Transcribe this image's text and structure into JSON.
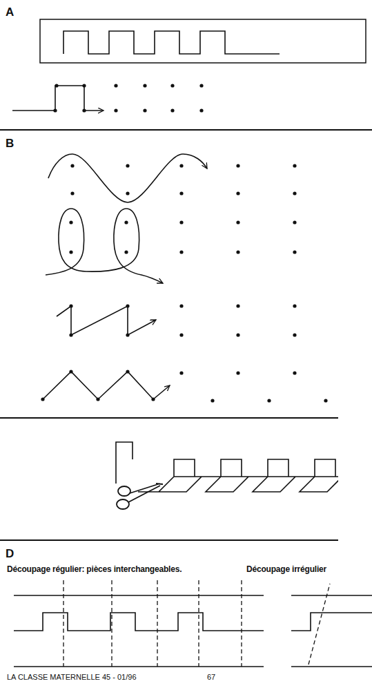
{
  "diagram": {
    "labels": [
      "A",
      "B",
      "D",
      "Découpage régulier: pièces interchangeables.",
      "Découpage irrégulier",
      "LA CLASSE MATERNELLE 45 - 01/96",
      "67"
    ]
  }
}
